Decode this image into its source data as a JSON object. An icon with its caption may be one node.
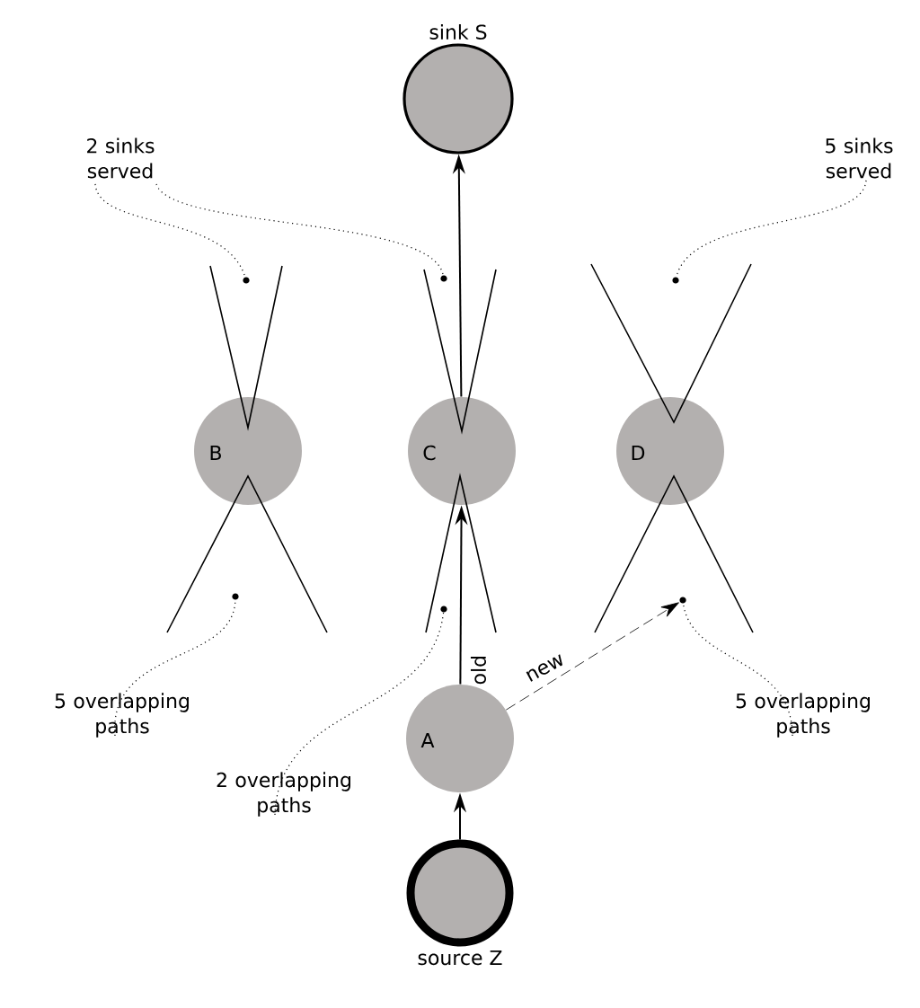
{
  "diagram": {
    "nodes": [
      {
        "text": [
          "sink S"
        ]
      },
      {
        "text": [
          "B"
        ]
      },
      {
        "text": [
          "C"
        ]
      },
      {
        "text": [
          "D"
        ]
      },
      {
        "text": [
          "A"
        ]
      },
      {
        "text": [
          "source Z"
        ]
      },
      {
        "text": [
          "2 sinks served"
        ]
      },
      {
        "text": [
          "5 sinks served"
        ]
      },
      {
        "text": [],
        "shape": "dot"
      },
      {
        "text": [],
        "shape": "dot"
      },
      {
        "text": [],
        "shape": "dot"
      },
      {
        "text": [
          "5 overlapping paths"
        ]
      },
      {
        "text": [
          "2 overlapping paths"
        ]
      },
      {
        "text": [
          "5 overlapping paths"
        ]
      },
      {
        "text": [],
        "shape": "dot"
      },
      {
        "text": [],
        "shape": "dot"
      },
      {
        "text": [],
        "shape": "dot"
      }
    ],
    "edges": [
      {
        "from": 5,
        "to": 4,
        "arrow": "to"
      },
      {
        "from": 4,
        "to": 2,
        "arrow": "to",
        "label": "old"
      },
      {
        "from": 4,
        "to": 16,
        "arrow": "to",
        "label": "new",
        "style": "dashed"
      },
      {
        "from": 2,
        "to": 0,
        "arrow": "to"
      },
      {
        "from": 6,
        "to": 8,
        "arrow": "none",
        "style": "dashed"
      },
      {
        "from": 6,
        "to": 9,
        "arrow": "none",
        "style": "dashed"
      },
      {
        "from": 7,
        "to": 10,
        "arrow": "none",
        "style": "dashed"
      },
      {
        "from": 11,
        "to": 14,
        "arrow": "none",
        "style": "dashed"
      },
      {
        "from": 12,
        "to": 15,
        "arrow": "none",
        "style": "dashed"
      },
      {
        "from": 13,
        "to": 16,
        "arrow": "none",
        "style": "dashed"
      }
    ]
  }
}
